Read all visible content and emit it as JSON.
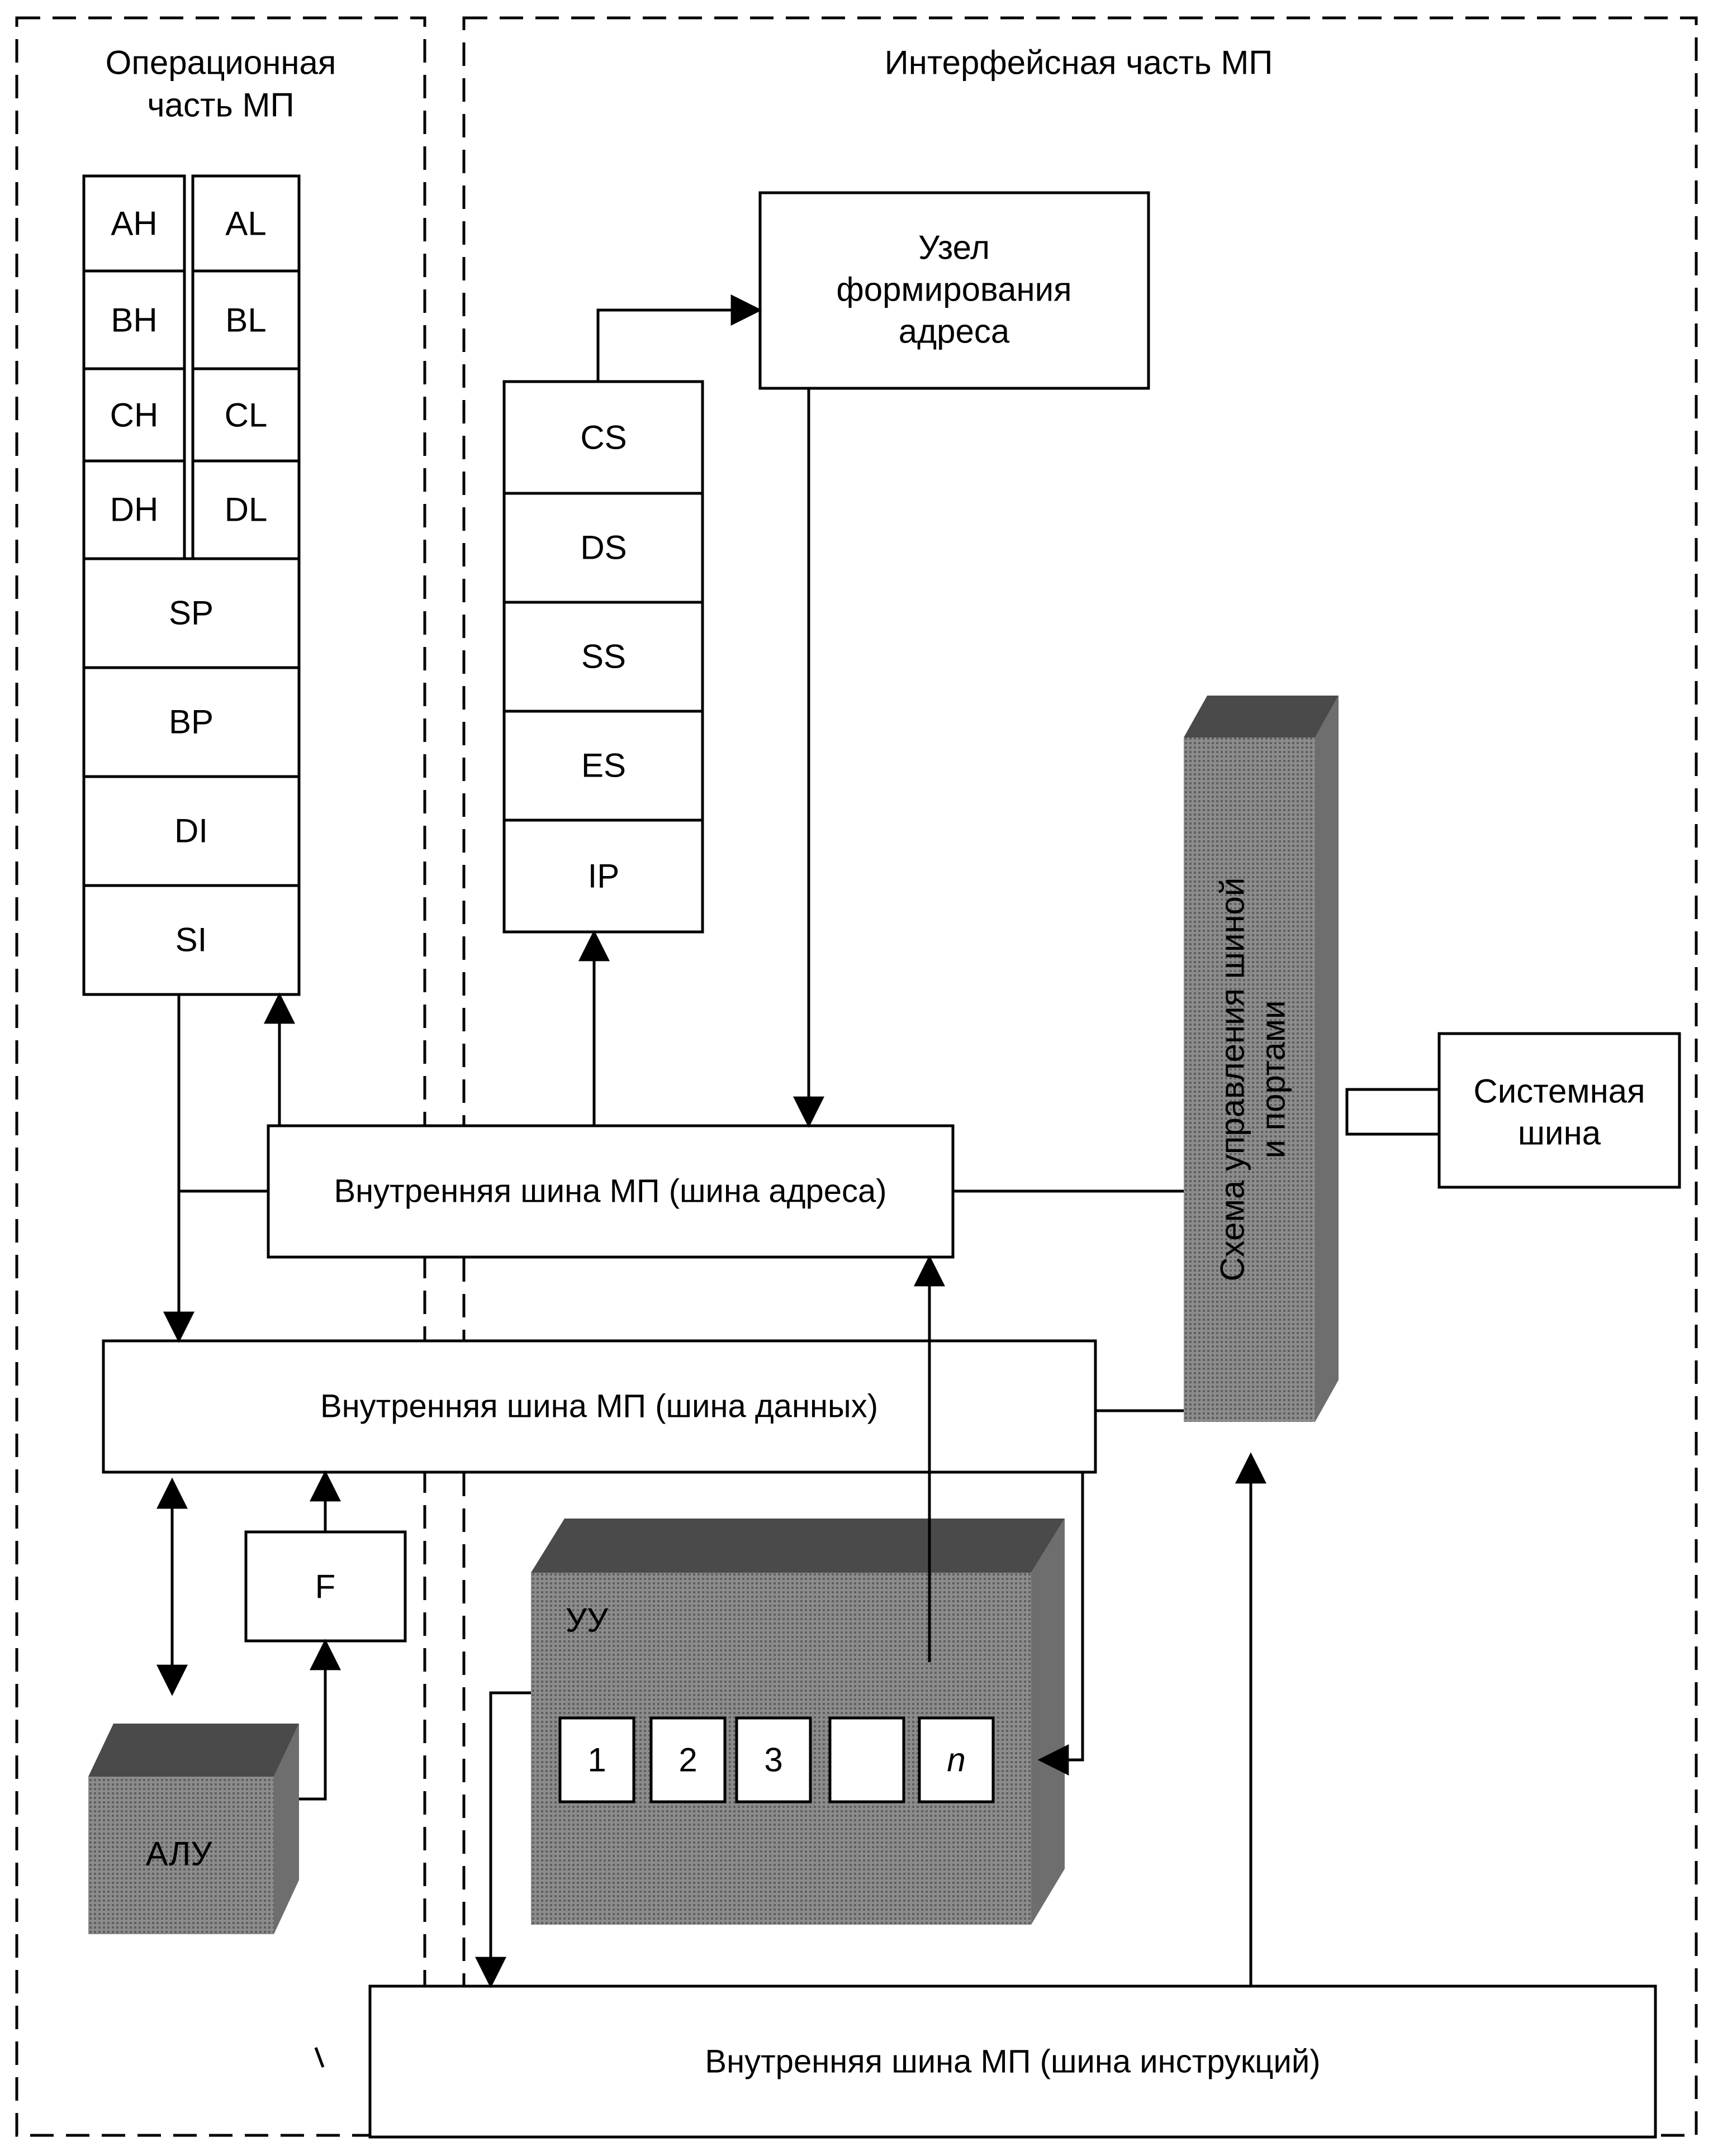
{
  "sections": {
    "operational": [
      "Операционная",
      "часть МП"
    ],
    "interface": "Интерфейсная часть МП"
  },
  "registers": {
    "pairs": [
      [
        "AH",
        "AL"
      ],
      [
        "BH",
        "BL"
      ],
      [
        "CH",
        "CL"
      ],
      [
        "DH",
        "DL"
      ]
    ],
    "pointers": [
      "SP",
      "BP",
      "DI",
      "SI"
    ],
    "segments": [
      "CS",
      "DS",
      "SS",
      "ES",
      "IP"
    ]
  },
  "address_unit": [
    "Узел",
    "формирования",
    "адреса"
  ],
  "system_bus": [
    "Системная",
    "шина"
  ],
  "bus_controller": [
    "Схема управления шиной",
    "и портами"
  ],
  "buses": {
    "address": "Внутренняя шина МП (шина адреса)",
    "data": "Внутренняя шина МП (шина данных)",
    "instructions": "Внутренняя шина МП (шина инструкций)"
  },
  "flags": "F",
  "alu": "АЛУ",
  "control_unit": {
    "label": "УУ",
    "queue": [
      "1",
      "2",
      "3",
      "",
      "n"
    ]
  },
  "colors": {
    "line": "#000000",
    "box_fill": "#ffffff",
    "gray_top": "#4a4a4a",
    "gray_front": "#8c8c8c",
    "gray_side": "#6e6e6e"
  }
}
